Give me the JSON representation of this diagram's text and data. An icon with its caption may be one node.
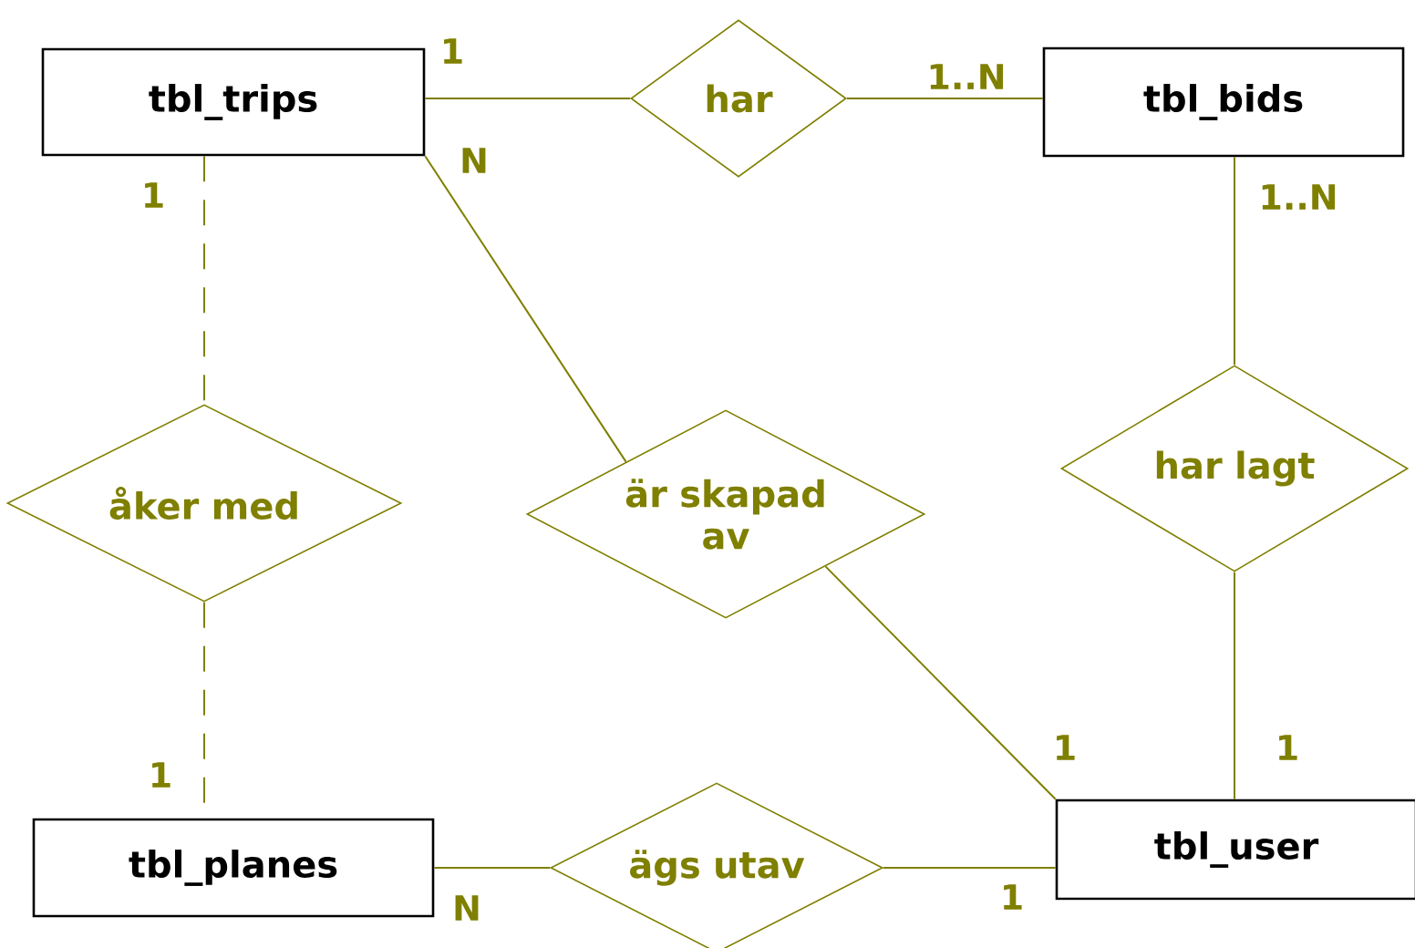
{
  "diagram": {
    "nodes": [
      {
        "text": [
          "tbl_trips"
        ]
      },
      {
        "text": [
          "har"
        ]
      },
      {
        "text": [
          "tbl_bids"
        ]
      },
      {
        "text": [
          "åker med"
        ]
      },
      {
        "text": [
          "är skapad av"
        ]
      },
      {
        "text": [
          "har lagt"
        ]
      },
      {
        "text": [
          "tbl_planes"
        ]
      },
      {
        "text": [
          "ägs utav"
        ]
      },
      {
        "text": [
          "tbl_user"
        ]
      }
    ],
    "edges": [
      {
        "from": 0,
        "to": 1,
        "arrow": "none",
        "label": "1"
      },
      {
        "from": 1,
        "to": 2,
        "arrow": "none",
        "label": "1..N"
      },
      {
        "from": 0,
        "to": 3,
        "arrow": "none",
        "label": "1",
        "style": "dashed"
      },
      {
        "from": 3,
        "to": 6,
        "arrow": "none",
        "label": "1",
        "style": "dashed"
      },
      {
        "from": 0,
        "to": 4,
        "arrow": "none",
        "label": "N"
      },
      {
        "from": 4,
        "to": 8,
        "arrow": "none",
        "label": "1"
      },
      {
        "from": 2,
        "to": 5,
        "arrow": "none",
        "label": "1..N"
      },
      {
        "from": 5,
        "to": 8,
        "arrow": "none",
        "label": "1"
      },
      {
        "from": 6,
        "to": 7,
        "arrow": "none",
        "label": "N"
      },
      {
        "from": 7,
        "to": 8,
        "arrow": "none",
        "label": "1"
      }
    ]
  }
}
